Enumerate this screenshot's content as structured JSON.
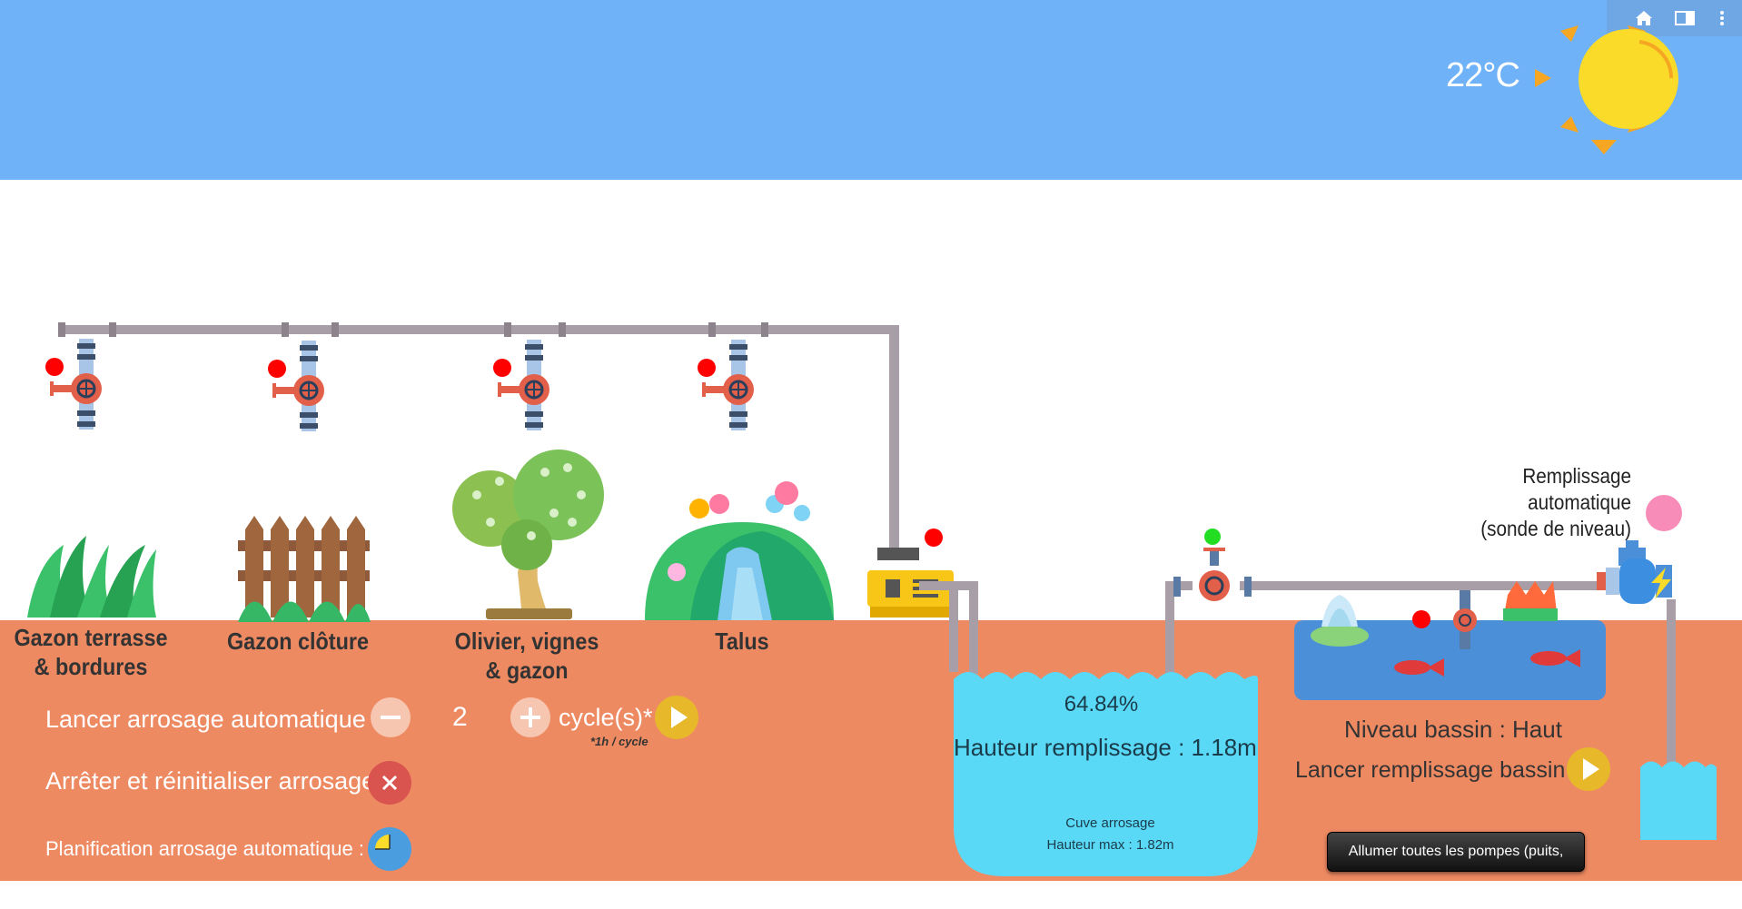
{
  "weather": {
    "temperature": "22°C",
    "icon": "sun-icon"
  },
  "toolbar": {
    "icons": [
      "home-icon",
      "panel-icon",
      "more-vertical-icon"
    ]
  },
  "zones": [
    {
      "label": "Gazon terrasse & bordures",
      "valve_state": "off"
    },
    {
      "label": "Gazon clôture",
      "valve_state": "off"
    },
    {
      "label": "Olivier, vignes & gazon",
      "valve_state": "off"
    },
    {
      "label": "Talus",
      "valve_state": "off"
    }
  ],
  "controls": {
    "auto_watering_label": "Lancer arrosage automatique :",
    "cycles": "2",
    "cycles_unit": "cycle(s)*",
    "cycle_note": "*1h / cycle",
    "stop_label": "Arrêter et réinitialiser arrosage :",
    "schedule_label": "Planification arrosage automatique :"
  },
  "tank": {
    "percent": "64.84%",
    "fill_height": "Hauteur remplissage : 1.18m",
    "name": "Cuve arrosage",
    "max_height": "Hauteur max : 1.82m"
  },
  "pond": {
    "level": "Niveau bassin : Haut",
    "fill_label": "Lancer remplissage bassin :"
  },
  "auto_fill": {
    "line1": "Remplissage",
    "line2": "automatique",
    "line3": "(sonde de niveau)"
  },
  "pumps_button": "Allumer toutes les pompes (puits, cuves)",
  "colors": {
    "sky": "#70b2f7",
    "ground": "#ee8a62",
    "water": "#5ad9f7",
    "status_off": "#ff0000",
    "status_on": "#22dd22",
    "auto_fill_indicator": "#f78cb8",
    "play_button": "#e7b82a",
    "stop_button": "#d9534f"
  }
}
